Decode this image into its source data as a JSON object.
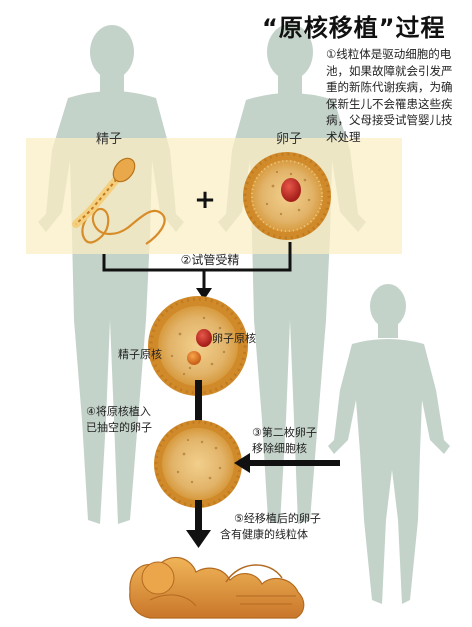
{
  "title": "“原核移植”过程",
  "note": "①线粒体是驱动细胞的电池，如果故障就会引发严重的新陈代谢疾病，为确保新生儿不会罹患这些疾病，父母接受试管婴儿技术处理",
  "labels": {
    "sperm": "精子",
    "egg": "卵子",
    "plus": "+",
    "ivf": "②试管受精",
    "egg_pronucleus": "卵子原核",
    "sperm_pronucleus": "精子原核",
    "transfer": "④将原核植入已抽空的卵子",
    "second_egg": "③第二枚卵子移除细胞核",
    "result": "⑤经移植后的卵子含有健康的线粒体"
  },
  "colors": {
    "silhouette": "#bfcfc6",
    "highlight": "#faeec8",
    "cell_body": "#e2b46a",
    "cell_ring": "#d18f2c",
    "nucleus": "#c8302a",
    "sperm_nucleus": "#e07a28",
    "arrow": "#111111",
    "baby": "#e09a3c"
  }
}
